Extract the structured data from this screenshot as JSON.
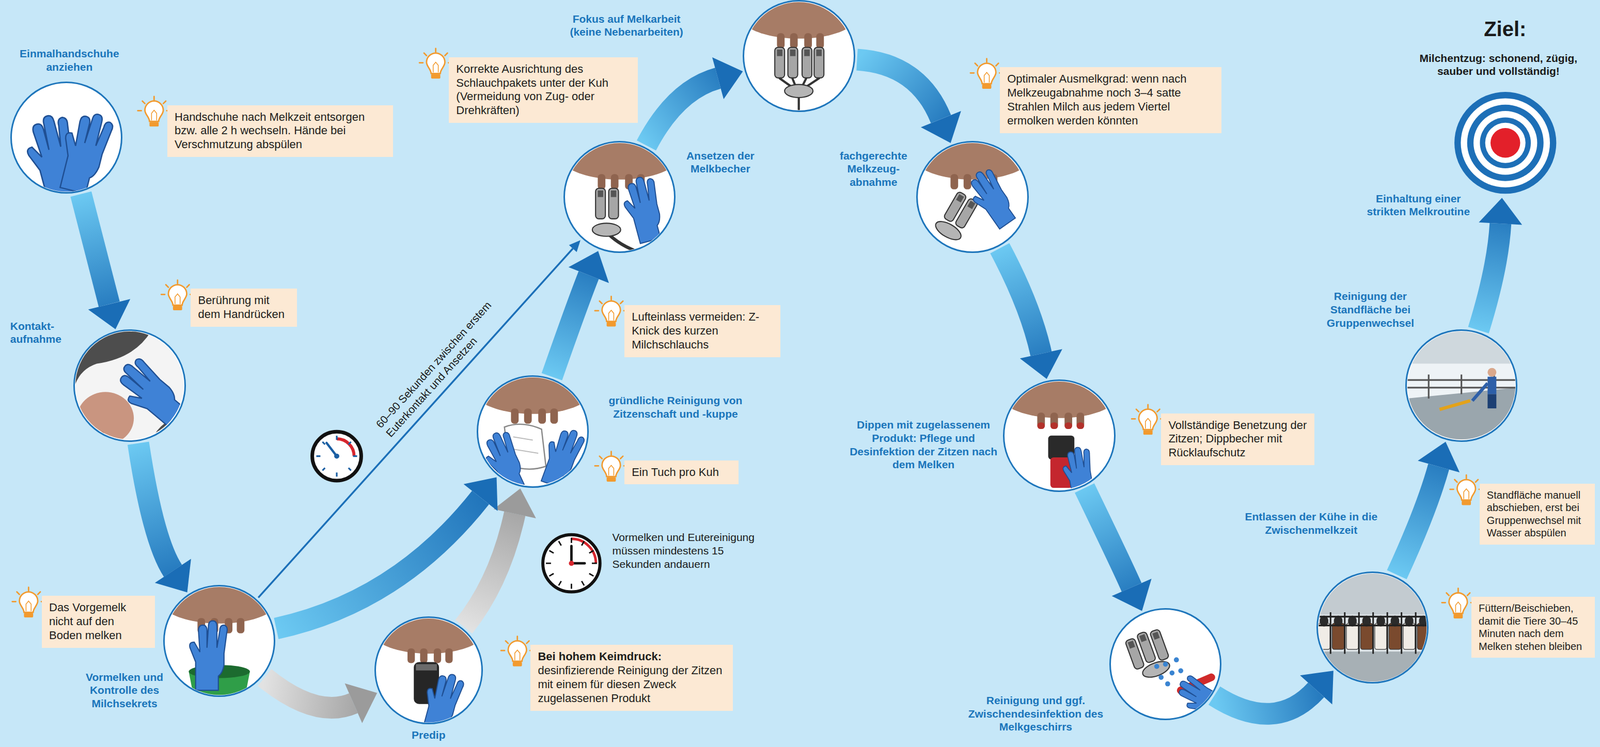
{
  "diagram": {
    "title": "Ziel:",
    "nodes": [
      {
        "text": [
          "Einmalhandschuhe anziehen"
        ]
      },
      {
        "text": [
          "Kontakt- aufnahme"
        ]
      },
      {
        "text": [
          "Vormelken und Kontrolle des Milchsekrets"
        ]
      },
      {
        "text": [
          "Predip"
        ]
      },
      {
        "text": [
          "gründliche Reinigung von Zitzenschaft und -kuppe"
        ]
      },
      {
        "text": [
          "Ansetzen der Melkbecher"
        ]
      },
      {
        "text": [
          "Fokus auf Melkarbeit (keine Nebenarbeiten)"
        ]
      },
      {
        "text": [
          "fachgerechte Melkzeug- abnahme"
        ]
      },
      {
        "text": [
          "Dippen mit zugelassenem Produkt: Pflege und Desinfektion der Zitzen nach dem Melken"
        ]
      },
      {
        "text": [
          "Reinigung und ggf. Zwischendesinfektion des Melkgeschirrs"
        ]
      },
      {
        "text": [
          "Entlassen der Kühe in die Zwischenmelkzeit"
        ]
      },
      {
        "text": [
          "Reinigung der Standfläche bei Gruppenwechsel"
        ]
      },
      {
        "text": [
          "Milchentzug: schonend, zügig, sauber und vollständig!"
        ]
      },
      {
        "text": [
          "Handschuhe nach Melkzeit entsorgen bzw. alle 2 h wechseln. Hände bei Verschmutzung abspülen"
        ]
      },
      {
        "text": [
          "Berührung mit dem Handrücken"
        ]
      },
      {
        "text": [
          "Das Vorgemelk nicht auf den Boden melken"
        ]
      },
      {
        "text": [
          "Bei hohem Keimdruck:",
          "desinfizierende Reinigung der Zitzen mit einem für diesen Zweck zugelassenen Produkt"
        ]
      },
      {
        "text": [
          "Ein Tuch pro Kuh"
        ]
      },
      {
        "text": [
          "Lufteinlass vermeiden: Z-Knick des kurzen Milchschlauchs"
        ]
      },
      {
        "text": [
          "Korrekte Ausrichtung des Schlauchpakets unter der Kuh (Vermeidung von Zug- oder Drehkräften)"
        ]
      },
      {
        "text": [
          "Optimaler Ausmelkgrad: wenn nach Melkzeugabnahme noch 3–4 satte Strahlen Milch aus jedem Viertel ermolken werden könnten"
        ]
      },
      {
        "text": [
          "Vollständige Benetzung der Zitzen; Dippbecher mit Rücklaufschutz"
        ]
      },
      {
        "text": [
          "Füttern/Beischieben, damit die Tiere 30–45 Minuten nach dem Melken stehen bleiben"
        ]
      },
      {
        "text": [
          "Standfläche manuell abschieben, erst bei Gruppenwechsel mit Wasser abspülen"
        ]
      }
    ],
    "edges": [
      {
        "from": 0,
        "to": 1,
        "arrow": "to"
      },
      {
        "from": 1,
        "to": 2,
        "arrow": "to"
      },
      {
        "from": 2,
        "to": 3,
        "arrow": "to"
      },
      {
        "from": 3,
        "to": 4,
        "arrow": "to"
      },
      {
        "from": 2,
        "to": 4,
        "arrow": "to"
      },
      {
        "from": 2,
        "to": 5,
        "label": "60–90 Sekunden zwischen erstem Euterkontakt und Ansetzen",
        "arrow": "to"
      },
      {
        "from": 4,
        "to": 5,
        "arrow": "to"
      },
      {
        "from": 5,
        "to": 6,
        "arrow": "to"
      },
      {
        "from": 6,
        "to": 7,
        "arrow": "to"
      },
      {
        "from": 7,
        "to": 8,
        "arrow": "to"
      },
      {
        "from": 8,
        "to": 9,
        "arrow": "to"
      },
      {
        "from": 9,
        "to": 10,
        "arrow": "to"
      },
      {
        "from": 10,
        "to": 11,
        "arrow": "to"
      },
      {
        "from": 11,
        "to": 12,
        "label": "Einhaltung einer strikten Melkroutine",
        "arrow": "to"
      }
    ],
    "labels": [
      "Vormelken und Eutereinigung müssen mindestens 15 Sekunden andauern"
    ]
  }
}
